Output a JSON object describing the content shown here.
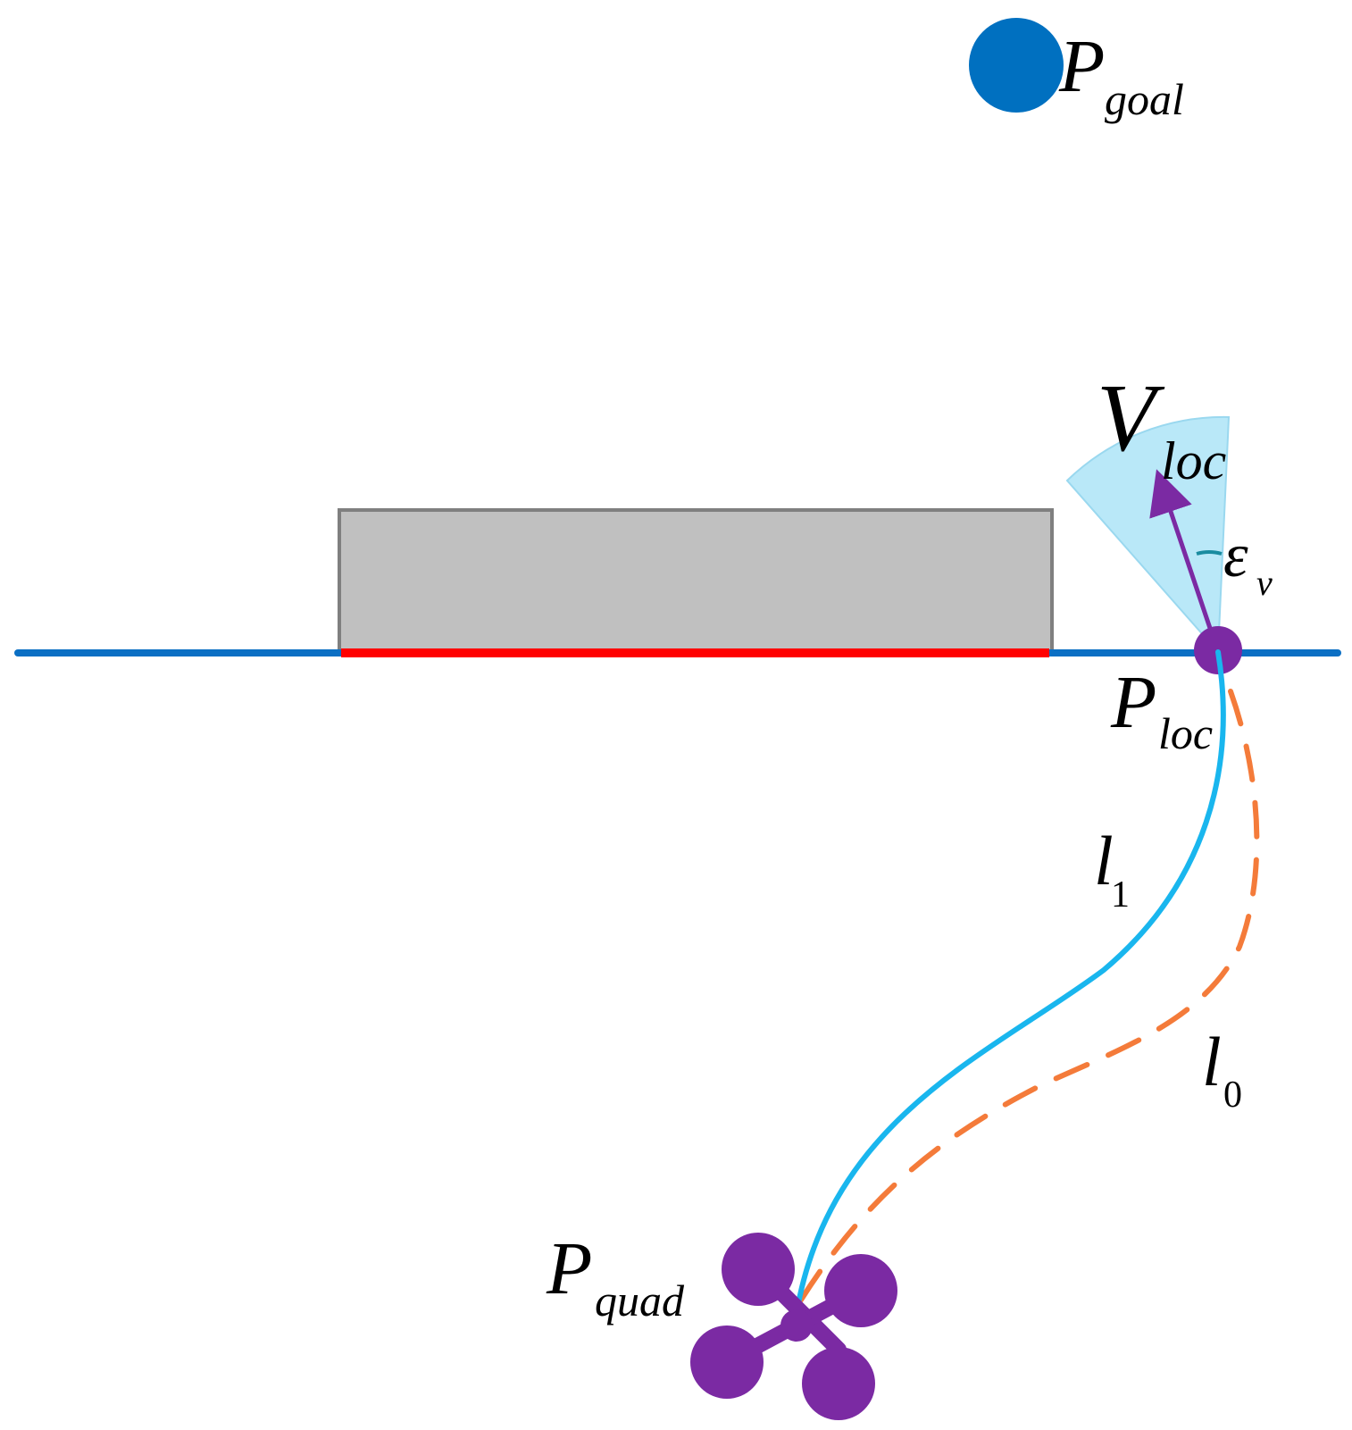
{
  "labels": {
    "p_goal": {
      "main": "P",
      "sub": "goal"
    },
    "v_loc": {
      "main": "V",
      "sub": "loc"
    },
    "epsilon_v": {
      "main": "ε",
      "sub": "v"
    },
    "p_loc": {
      "main": "P",
      "sub": "loc"
    },
    "l1": {
      "main": "l",
      "sub": "1"
    },
    "l0": {
      "main": "l",
      "sub": "0"
    },
    "p_quad": {
      "main": "P",
      "sub": "quad"
    }
  },
  "colors": {
    "boundary_line": "#0b6fc4",
    "blocked_segment": "#ff0000",
    "obstacle_fill": "#c0c0c0",
    "obstacle_stroke": "#7f7f7f",
    "goal": "#0070c0",
    "path_l1": "#19b6ee",
    "path_l0": "#f47b3a",
    "quad": "#8a2fa8",
    "velocity_cone": "#b9e8f8",
    "angle_arc": "#1a8ca0"
  },
  "icons": {
    "goal": "filled-circle",
    "quad": "quadrotor-icon",
    "local_point": "filled-circle"
  }
}
